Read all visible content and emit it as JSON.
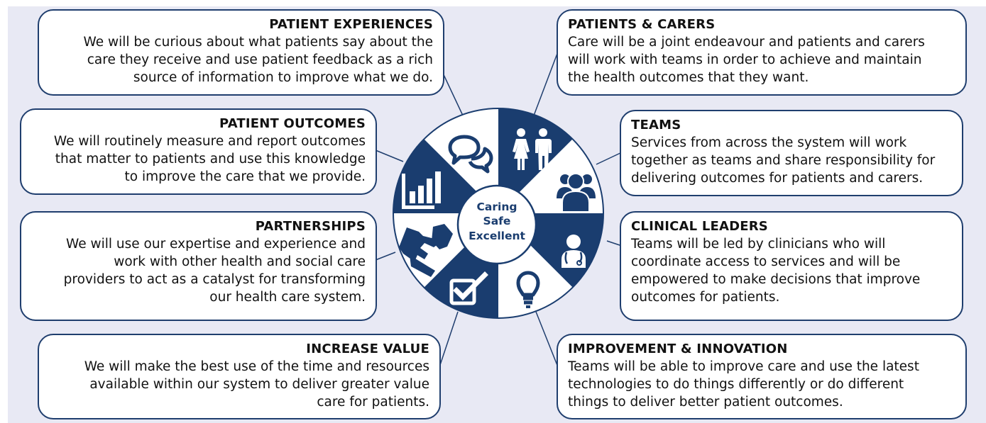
{
  "colors": {
    "navy": "#1a3d6f",
    "white": "#ffffff",
    "background": "#e8e9f4",
    "text": "#111111"
  },
  "center": {
    "line1": "Caring",
    "line2": "Safe",
    "line3": "Excellent"
  },
  "segments": [
    {
      "id": "patient-experiences",
      "icon": "speech-bubbles-icon"
    },
    {
      "id": "patients-carers",
      "icon": "people-icon"
    },
    {
      "id": "teams",
      "icon": "group-icon"
    },
    {
      "id": "clinical-leaders",
      "icon": "doctor-stethoscope-icon"
    },
    {
      "id": "improvement-innovation",
      "icon": "lightbulb-icon"
    },
    {
      "id": "increase-value",
      "icon": "checkbox-icon"
    },
    {
      "id": "partnerships",
      "icon": "handshake-icon"
    },
    {
      "id": "patient-outcomes",
      "icon": "bar-chart-icon"
    }
  ],
  "cards": {
    "patient_experiences": {
      "title": "PATIENT EXPERIENCES",
      "text": [
        "We will be curious about what patients say about the",
        "care they receive and use patient feedback as a rich",
        "source of information to improve what we do."
      ]
    },
    "patient_outcomes": {
      "title": "PATIENT OUTCOMES",
      "text": [
        "We will routinely measure and report outcomes",
        "that matter to patients and use this knowledge",
        "to improve the care that we provide."
      ]
    },
    "partnerships": {
      "title": "PARTNERSHIPS",
      "text": [
        "We will use our expertise and experience and",
        "work with other health and social care",
        "providers to act as a catalyst for transforming",
        "our health care system."
      ]
    },
    "increase_value": {
      "title": "INCREASE VALUE",
      "text": [
        "We will make the best use of the time and resources",
        "available within our system to deliver greater value",
        "care for patients."
      ]
    },
    "patients_carers": {
      "title": "PATIENTS & CARERS",
      "text": [
        "Care will be a joint endeavour and patients and carers",
        "will work with teams in order to achieve and maintain",
        "the health outcomes that they want."
      ]
    },
    "teams": {
      "title": "TEAMS",
      "text": [
        "Services from across the system will work",
        "together as teams and share responsibility for",
        "delivering outcomes for patients and carers."
      ]
    },
    "clinical_leaders": {
      "title": "CLINICAL LEADERS",
      "text": [
        "Teams will be led by clinicians who will",
        "coordinate access to services and will be",
        "empowered to make decisions that improve",
        "outcomes for patients."
      ]
    },
    "improvement_innovation": {
      "title": "IMPROVEMENT & INNOVATION",
      "text": [
        "Teams will be able to improve care and use the latest",
        "technologies to do things differently or do different",
        "things to deliver better patient outcomes."
      ]
    }
  }
}
